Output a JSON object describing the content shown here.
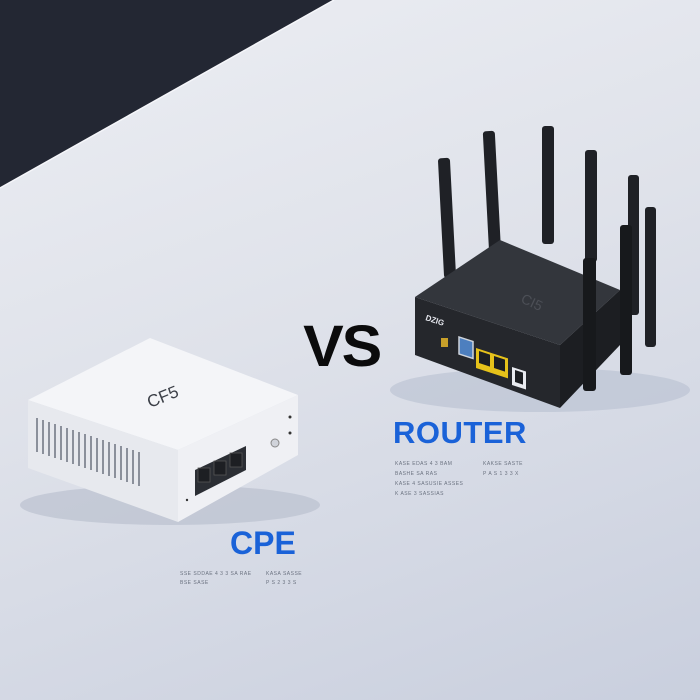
{
  "scene": {
    "description": "Product comparison image: white CPE device vs black multi-antenna router on a light surface",
    "colors": {
      "wall": "#232733",
      "surface": "#dfe2ea",
      "accent": "#1a62d8",
      "vs": "#0b0b0c",
      "router_body": "#2a2c31",
      "cpe_body": "#f3f4f7",
      "port_yellow": "#e6c21a"
    }
  },
  "headline": {
    "vs": "VS"
  },
  "router": {
    "label": "ROUTER",
    "logo": "CI5",
    "brand_mark": "DZIG",
    "antenna_count": 8,
    "spec_lines_left": [
      "KASE EDAS 4 3 BAM",
      "BASHE SA RAS",
      "KASE 4 SASUSIE ASSES",
      "K ASE 3 SASSIAS"
    ],
    "spec_lines_right": [
      "KAKSE SASTE",
      "P A S 1 3 3 X"
    ]
  },
  "cpe": {
    "label": "CPE",
    "logo": "CF5",
    "spec_lines_left": [
      "SSE SDDAE 4 3 3 SA RAE",
      "BSE SASE"
    ],
    "spec_lines_right": [
      "KASA SASSE",
      "P S 2 3 3 S"
    ]
  }
}
